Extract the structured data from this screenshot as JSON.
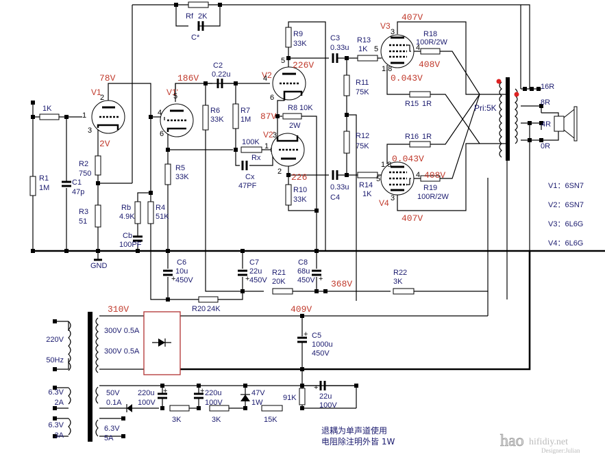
{
  "title": "6SN7 / 6L6G push-pull tube amplifier schematic",
  "tubes": {
    "v1a": {
      "name": "V1",
      "pins": [
        "2",
        "1",
        "3"
      ],
      "plate_v": "78V",
      "cathode_v": "2V"
    },
    "v1b": {
      "name": "V1'",
      "pins": [
        "5",
        "4",
        "6"
      ],
      "plate_v": "186V"
    },
    "v2a": {
      "name": "V2",
      "pins": [
        "5",
        "4",
        "6"
      ],
      "plate_v": "226V",
      "cathode_v": "87V"
    },
    "v2b": {
      "name": "V2'",
      "pins": [
        "3",
        "1",
        "2"
      ],
      "cathode_v": "226"
    },
    "v3": {
      "name": "V3",
      "pins": [
        "3",
        "5",
        "4",
        "1.8"
      ],
      "plate_v": "407V",
      "screen_v": "408V",
      "cathode_v": "0.043V"
    },
    "v4": {
      "name": "V4",
      "pins": [
        "3",
        "5",
        "4",
        "1.8"
      ],
      "plate_v": "407V",
      "screen_v": "408V",
      "cathode_v": "0.043V"
    }
  },
  "components": {
    "r_in": {
      "value": "1K"
    },
    "r1": {
      "name": "R1",
      "value": "1M"
    },
    "c1": {
      "name": "C1",
      "value": "47p"
    },
    "r2": {
      "name": "R2",
      "value": "750"
    },
    "r3": {
      "name": "R3",
      "value": "51"
    },
    "gnd": "GND",
    "rf": {
      "name": "Rf",
      "value": "2K"
    },
    "cstar": "C*",
    "rb": {
      "name": "Rb",
      "value": "4.9K"
    },
    "r4": {
      "name": "R4",
      "value": "51K"
    },
    "cb": {
      "name": "Cb",
      "value": "100PF"
    },
    "r5": {
      "name": "R5",
      "value": "33K"
    },
    "r6": {
      "name": "R6",
      "value": "33K"
    },
    "c2": {
      "name": "C2",
      "value": "0.22u"
    },
    "r7": {
      "name": "R7",
      "value": "1M"
    },
    "rx": {
      "name": "Rx",
      "value": "100K"
    },
    "cx": {
      "name": "Cx",
      "value": "47PF"
    },
    "r8": {
      "name": "R8",
      "value": "10K",
      "power": "2W"
    },
    "r9": {
      "name": "R9",
      "value": "33K"
    },
    "r10": {
      "name": "R10",
      "value": "33K"
    },
    "c3": {
      "name": "C3",
      "value": "0.33u"
    },
    "c4": {
      "name": "C4",
      "value": "0.33u"
    },
    "r11": {
      "name": "R11",
      "value": "75K"
    },
    "r12": {
      "name": "R12",
      "value": "75K"
    },
    "r13": {
      "name": "R13",
      "value": "1K"
    },
    "r14": {
      "name": "R14",
      "value": "1K"
    },
    "r15": {
      "name": "R15",
      "value": "1R"
    },
    "r16": {
      "name": "R16",
      "value": "1R"
    },
    "r18": {
      "name": "R18",
      "value": "100R/2W"
    },
    "r19": {
      "name": "R19",
      "value": "100R/2W"
    },
    "c6": {
      "name": "C6",
      "value": "10u",
      "voltage": "450V"
    },
    "c7": {
      "name": "C7",
      "value": "22u",
      "voltage": "450V"
    },
    "c8": {
      "name": "C8",
      "value": "68u",
      "voltage": "450V"
    },
    "r20": {
      "name": "R20",
      "value": "24K"
    },
    "r21": {
      "name": "R21",
      "value": "20K"
    },
    "r22": {
      "name": "R22",
      "value": "3K"
    },
    "c5": {
      "name": "C5",
      "value": "1000u",
      "voltage": "450V"
    }
  },
  "voltages": {
    "b_plus_1": "368V",
    "b_plus_0": "409V",
    "ac_sec": "310V"
  },
  "output_transformer": {
    "primary": "Pri:5K",
    "taps": [
      "16R",
      "8R",
      "4R",
      "0R"
    ]
  },
  "power_transformer": {
    "primary": [
      "220V",
      "50Hz"
    ],
    "primary_lv": [
      [
        "6.3V",
        "2A"
      ],
      [
        "6.3V",
        "3A"
      ]
    ],
    "secondaries": [
      "300V 0.5A",
      "300V 0.5A"
    ],
    "bias_winding": [
      "50V",
      "0.1A"
    ],
    "heater": [
      "6.3V",
      "5A"
    ]
  },
  "bias_supply": {
    "c_a": [
      "220u",
      "100V"
    ],
    "c_b": [
      "220u",
      "100V"
    ],
    "r_a": "3K",
    "r_b": "3K",
    "zener": [
      "47V",
      "1W"
    ],
    "r_c": "15K",
    "r_d": "91K",
    "c_c": [
      "22u",
      "100V"
    ]
  },
  "tube_list": [
    "V1：6SN7",
    "V2：6SN7",
    "V3：6L6G",
    "V4：6L6G"
  ],
  "notes": [
    "退耦为单声道使用",
    "电阻除注明外皆 1W"
  ],
  "watermark": {
    "logo": "hao",
    "site": "hifidiy.net",
    "credit": "Designer:Julian"
  }
}
